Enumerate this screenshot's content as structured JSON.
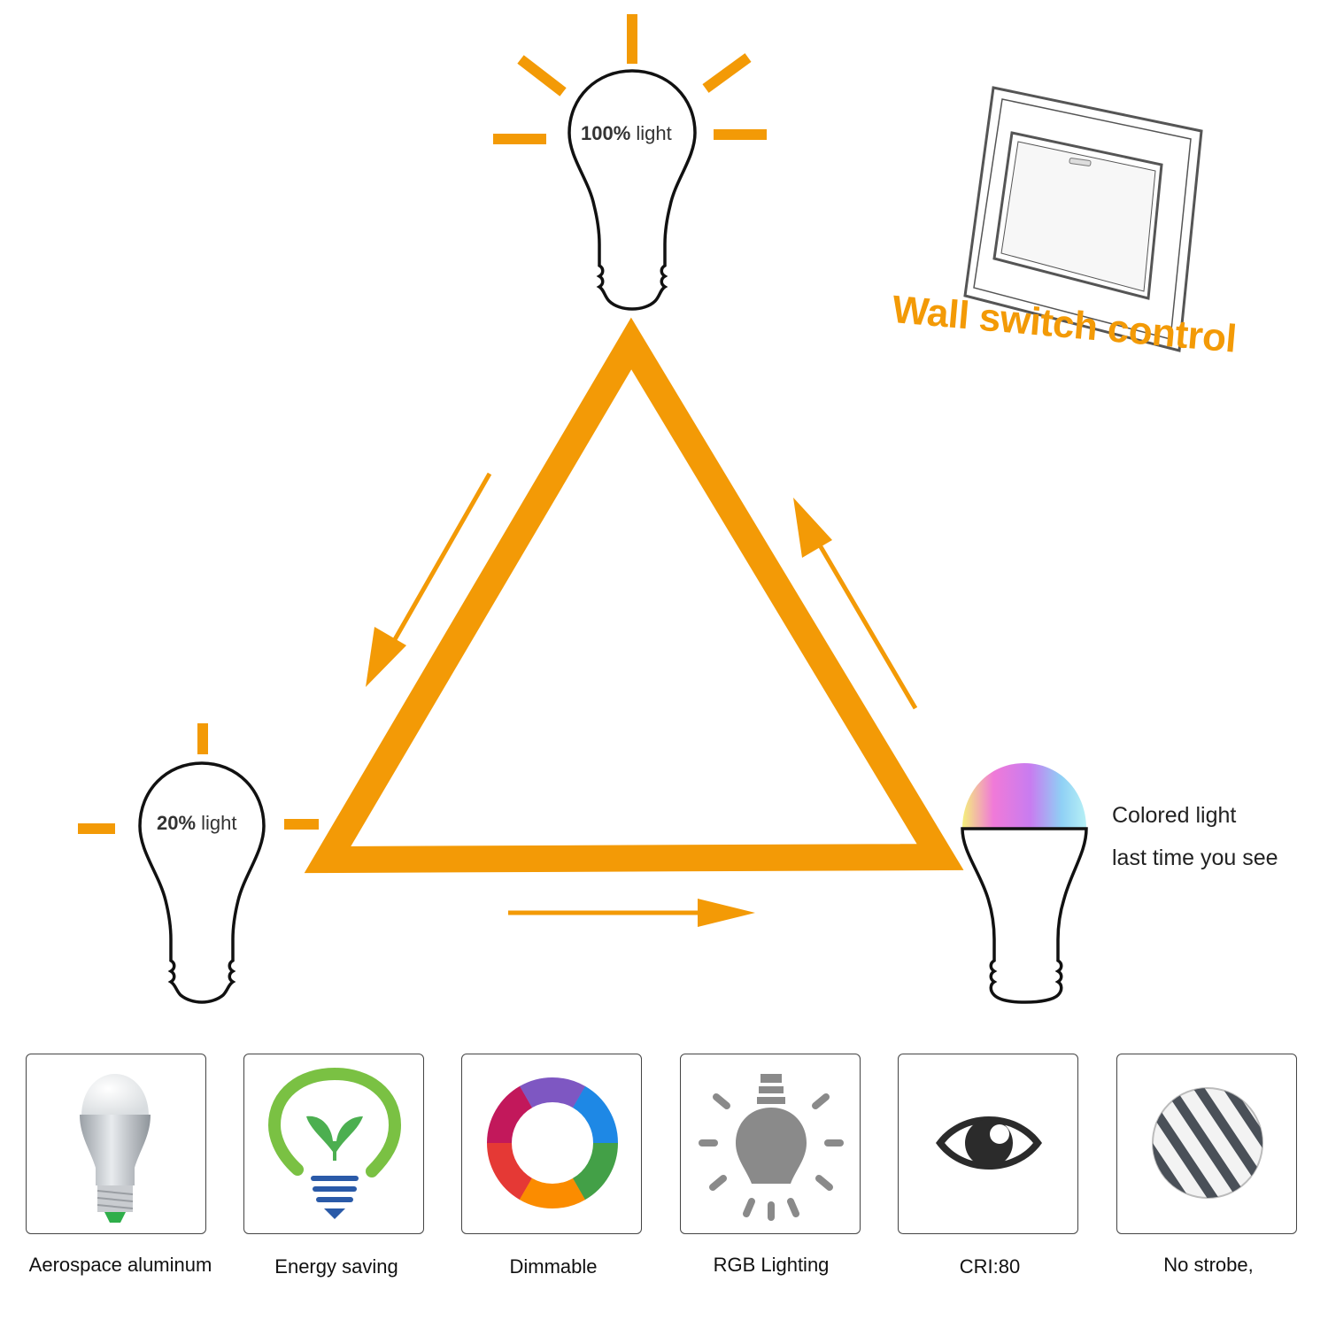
{
  "colors": {
    "accent": "#f39a06",
    "outline": "#111111"
  },
  "bulbs": {
    "full": {
      "percent": "100%",
      "suffix": " light"
    },
    "dim": {
      "percent": "20%",
      "suffix": " light"
    },
    "colored": {
      "line1": "Colored light",
      "line2": "last time you see"
    }
  },
  "wall_switch": {
    "label": "Wall switch control"
  },
  "features": [
    {
      "label": "Aerospace aluminum",
      "icon": "aluminum-bulb-icon"
    },
    {
      "label": "Energy saving",
      "icon": "leaf-bulb-icon"
    },
    {
      "label": "Dimmable",
      "icon": "color-ring-icon"
    },
    {
      "label": "RGB Lighting",
      "icon": "glowing-bulb-icon"
    },
    {
      "label": "CRI:80",
      "icon": "eye-icon"
    },
    {
      "label": "No strobe,",
      "icon": "striped-circle-icon"
    }
  ]
}
